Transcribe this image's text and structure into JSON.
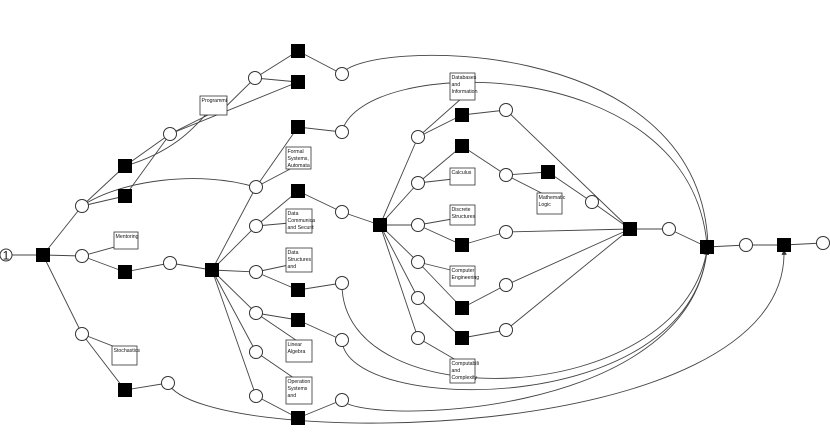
{
  "diagram": {
    "type": "petri-net",
    "initial_token_label": "1",
    "labeled_transitions": [
      {
        "id": "programming",
        "lines": [
          "Programmi"
        ]
      },
      {
        "id": "mentoring",
        "lines": [
          "Mentoring"
        ]
      },
      {
        "id": "stochastics",
        "lines": [
          "Stochastics"
        ]
      },
      {
        "id": "formal-systems",
        "lines": [
          "Formal",
          "Systems,",
          "Automata"
        ]
      },
      {
        "id": "data-comm",
        "lines": [
          "Data",
          "Communica",
          "and Securit"
        ]
      },
      {
        "id": "data-structures",
        "lines": [
          "Data",
          "Structures",
          "and"
        ]
      },
      {
        "id": "linear-algebra",
        "lines": [
          "Linear",
          "Algebra"
        ]
      },
      {
        "id": "operating-systems",
        "lines": [
          "Operation",
          "Systems",
          "and"
        ]
      },
      {
        "id": "databases",
        "lines": [
          "Databases",
          "and",
          "Information"
        ]
      },
      {
        "id": "calculus",
        "lines": [
          "Calculus"
        ]
      },
      {
        "id": "discrete",
        "lines": [
          "Discrete",
          "Structures"
        ]
      },
      {
        "id": "mathematical-logic",
        "lines": [
          "Mathematic",
          "Logic"
        ]
      },
      {
        "id": "computer-eng",
        "lines": [
          "Computer",
          "Engineering"
        ]
      },
      {
        "id": "computability",
        "lines": [
          "Computabili",
          "and",
          "Complexity"
        ]
      }
    ]
  }
}
